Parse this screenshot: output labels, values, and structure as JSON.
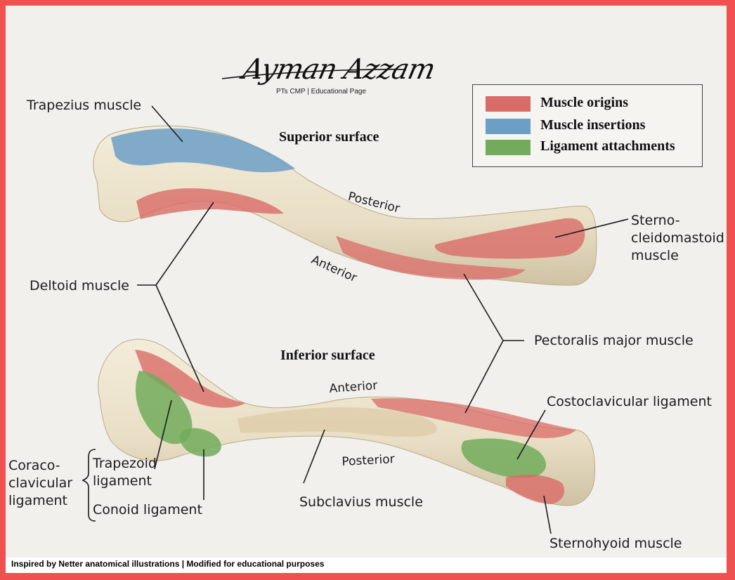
{
  "logo": {
    "signature": "Ayman Azzam",
    "subtitle": "PTs CMP  |  Educational Page"
  },
  "legend": [
    {
      "label": "Muscle origins",
      "color": "#d96b68"
    },
    {
      "label": "Muscle insertions",
      "color": "#6c9fc6"
    },
    {
      "label": "Ligament attachments",
      "color": "#72ab5c"
    }
  ],
  "surfaces": {
    "superior": "Superior surface",
    "inferior": "Inferior surface"
  },
  "orientation": {
    "top_posterior": "Posterior",
    "top_anterior": "Anterior",
    "bottom_anterior": "Anterior",
    "bottom_posterior": "Posterior"
  },
  "labels": {
    "trapezius": "Trapezius muscle",
    "deltoid": "Deltoid muscle",
    "scm": [
      "Sterno-",
      "cleidomastoid",
      "muscle"
    ],
    "pectoralis": "Pectoralis major muscle",
    "costoclavicular": "Costoclavicular ligament",
    "coracoclavicular": [
      "Coraco-",
      "clavicular",
      "ligament"
    ],
    "trapezoid": [
      "Trapezoid",
      "ligament"
    ],
    "conoid": "Conoid ligament",
    "subclavius": "Subclavius muscle",
    "sternohyoid": "Sternohyoid muscle"
  },
  "footer": "Inspired by Netter anatomical illustrations | Modified for educational purposes",
  "colors": {
    "frame": "#f05050",
    "bone": "#ece4cf",
    "origin": "#d96b68",
    "insertion": "#6c9fc6",
    "ligament": "#72ab5c"
  }
}
